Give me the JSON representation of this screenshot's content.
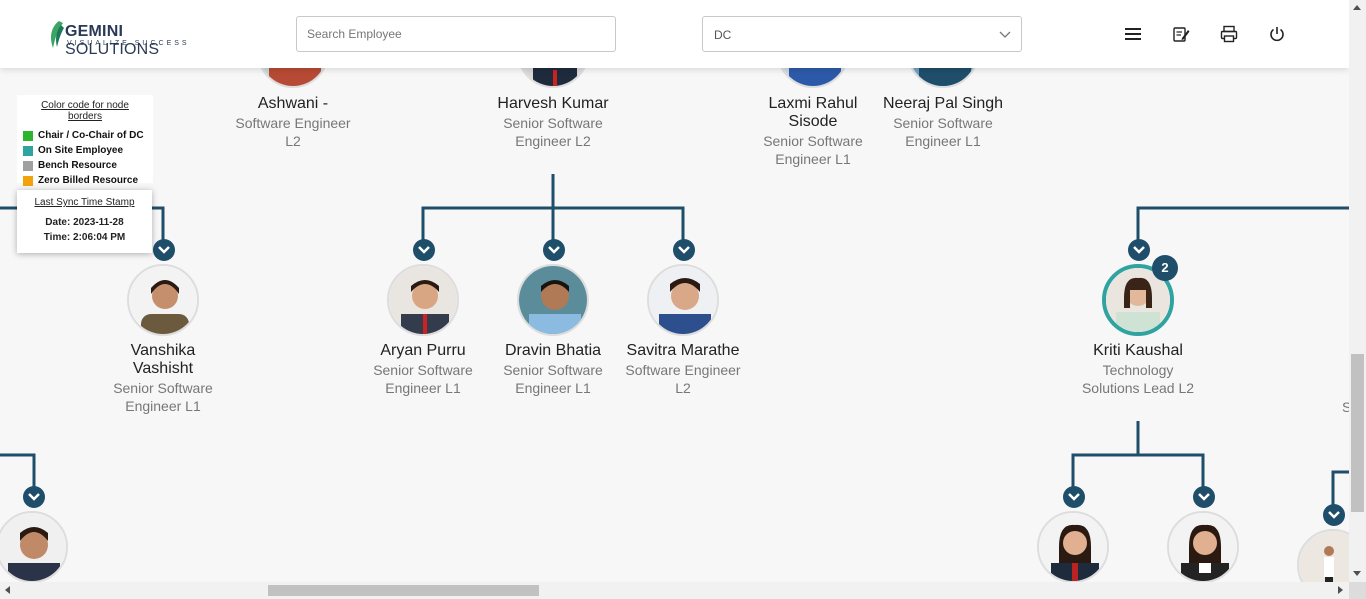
{
  "header": {
    "logo": {
      "brand_bold": "GEMINI",
      "brand_rest": " SOLUTIONS",
      "tagline": "VISUALIZE SUCCESS"
    },
    "search": {
      "placeholder": "Search Employee",
      "value": ""
    },
    "department_select": {
      "selected": "DC"
    },
    "icons": [
      "menu-icon",
      "edit-note-icon",
      "print-icon",
      "power-icon"
    ]
  },
  "legend": {
    "title": "Color code for node borders",
    "items": [
      {
        "label": "Chair / Co-Chair of DC",
        "color": "#2db52d"
      },
      {
        "label": "On Site Employee",
        "color": "#2fa3a0"
      },
      {
        "label": "Bench Resource",
        "color": "#a0a0a0"
      },
      {
        "label": "Zero Billed Resource",
        "color": "#f2a20c"
      }
    ]
  },
  "sync": {
    "title": "Last Sync Time Stamp",
    "date": "Date: 2023-11-28",
    "time": "Time: 2:06:04 PM"
  },
  "nodes": {
    "ashwani": {
      "name": "Ashwani -",
      "role": "Software Engineer L2"
    },
    "harvesh": {
      "name": "Harvesh Kumar",
      "role": "Senior Software Engineer L2"
    },
    "laxmi": {
      "name": "Laxmi Rahul Sisode",
      "role": "Senior Software Engineer L1"
    },
    "neeraj": {
      "name": "Neeraj Pal Singh",
      "role": "Senior Software Engineer L1"
    },
    "vanshika": {
      "name": "Vanshika Vashisht",
      "role": "Senior Software Engineer L1"
    },
    "aryan": {
      "name": "Aryan Purru",
      "role": "Senior Software Engineer L1"
    },
    "dravin": {
      "name": "Dravin Bhatia",
      "role": "Senior Software Engineer L1"
    },
    "savitra": {
      "name": "Savitra Marathe",
      "role": "Software Engineer L2"
    },
    "kriti": {
      "name": "Kriti Kaushal",
      "role": "Technology Solutions Lead L2",
      "reports_badge": "2"
    },
    "partial_right": {
      "role_fragment": "S"
    }
  },
  "colors": {
    "connector": "#1f4e6b",
    "onsite_border": "#2fa3a0"
  }
}
